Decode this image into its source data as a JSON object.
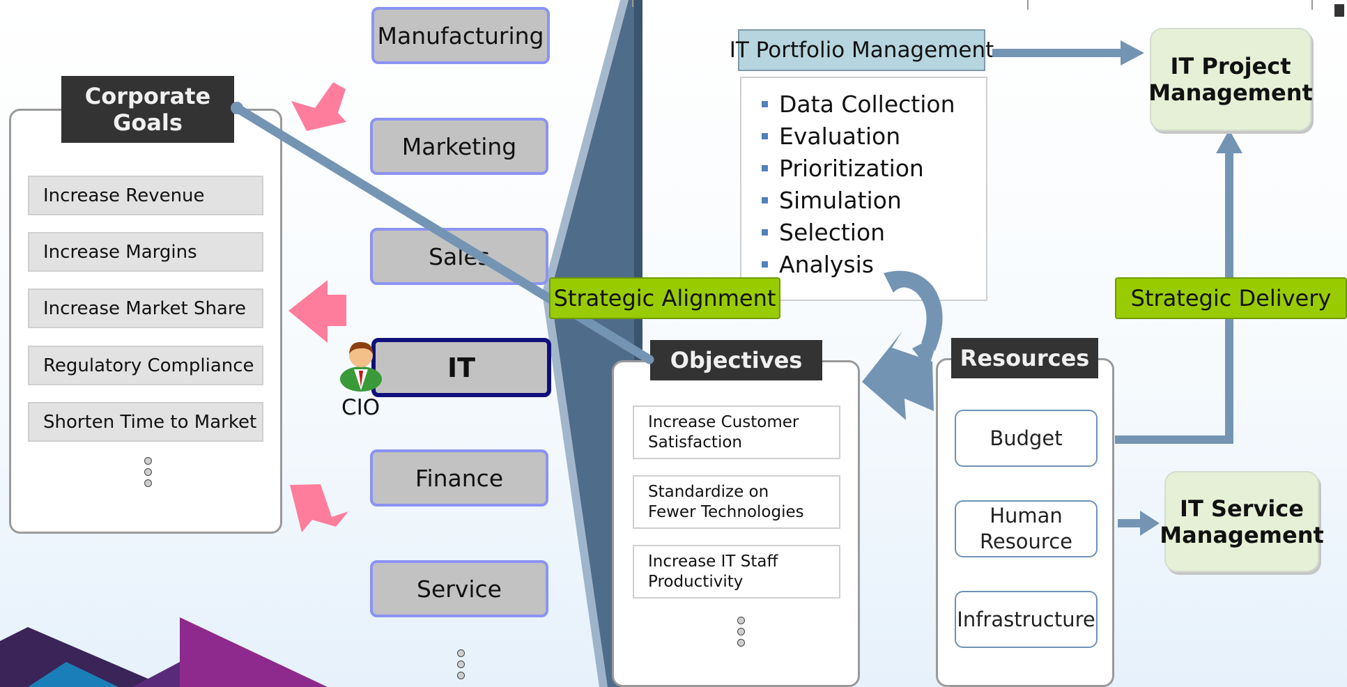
{
  "departments": [
    "Manufacturing",
    "Marketing",
    "Sales",
    "IT",
    "Finance",
    "Service"
  ],
  "cio_label": "CIO",
  "corporate_goals": {
    "title": "Corporate Goals",
    "items": [
      "Increase Revenue",
      "Increase Margins",
      "Increase Market Share",
      "Regulatory Compliance",
      "Shorten Time to Market"
    ]
  },
  "portfolio": {
    "title": "IT Portfolio Management",
    "items": [
      "Data Collection",
      "Evaluation",
      "Prioritization",
      "Simulation",
      "Selection",
      "Analysis"
    ]
  },
  "objectives": {
    "title": "Objectives",
    "items": [
      "Increase Customer Satisfaction",
      "Standardize on Fewer Technologies",
      "Increase IT Staff Productivity"
    ]
  },
  "resources": {
    "title": "Resources",
    "items": [
      "Budget",
      "Human Resource",
      "Infrastructure"
    ]
  },
  "labels": {
    "strategic_alignment": "Strategic Alignment",
    "strategic_delivery": "Strategic Delivery"
  },
  "management": {
    "project": "IT Project Management",
    "service": "IT Service Management"
  },
  "colors": {
    "connector": "#7494b4",
    "pink_arrow": "#ff7d9c",
    "label_green": "#99cc00",
    "mgmt_green": "#e5f0d6",
    "header_dark": "#333333",
    "dept_border": "#8b93f2",
    "it_border": "#10107a"
  }
}
